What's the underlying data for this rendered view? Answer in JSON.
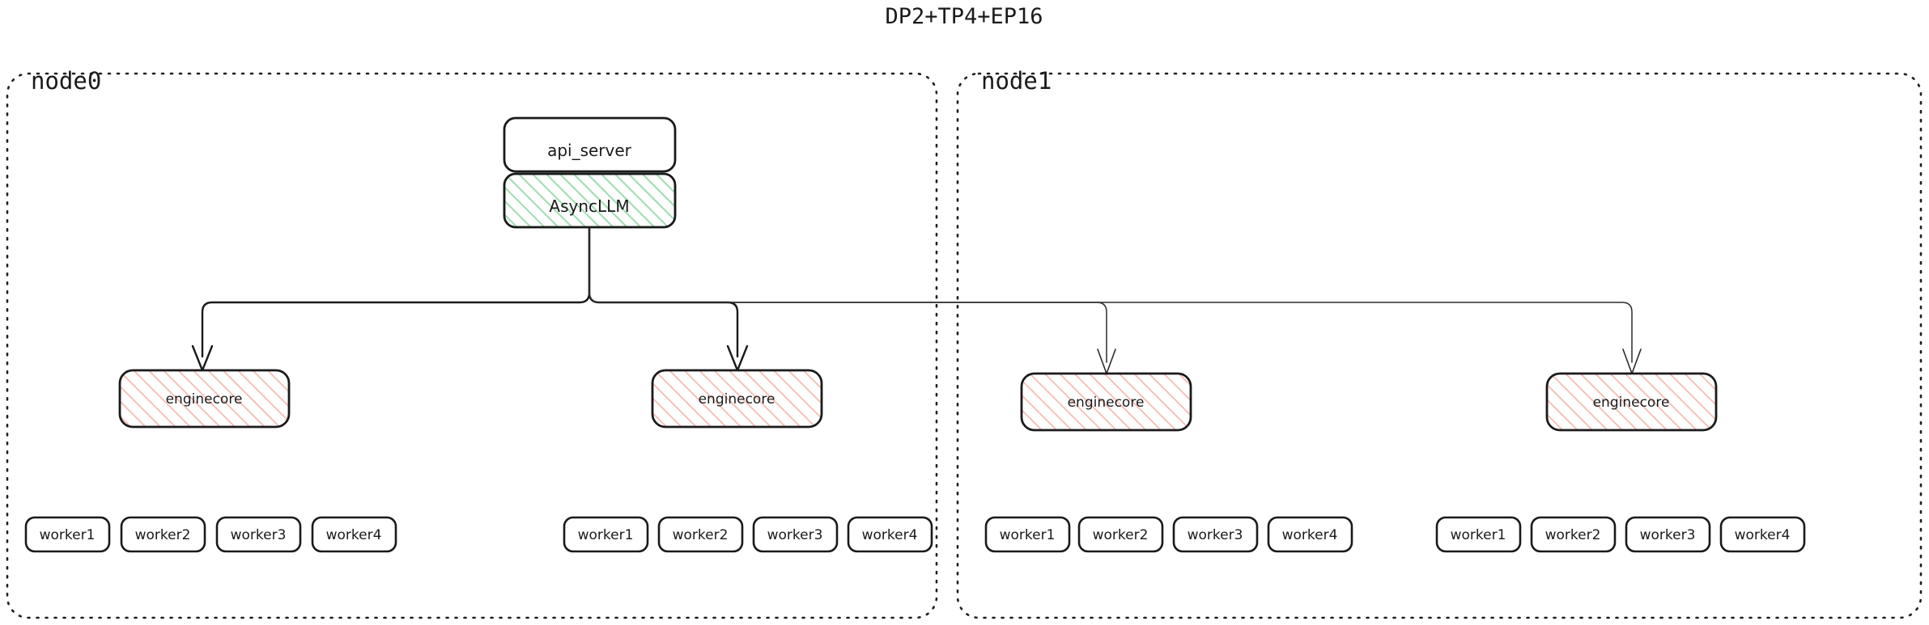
{
  "diagram": {
    "title": "DP2+TP4+EP16",
    "type": "architecture-tree",
    "colors": {
      "stroke": "#1a1a1a",
      "green_accent": "#36a854",
      "green_fill": "#eaf7ee",
      "pink_accent": "#f4a9a0",
      "pink_fill": "#fdf0ee",
      "background": "#ffffff"
    },
    "nodes": [
      {
        "id": "node0",
        "label": "node0",
        "services": [
          {
            "id": "api_server",
            "label": "api_server",
            "style": "plain"
          },
          {
            "id": "async_llm",
            "label": "AsyncLLM",
            "style": "green-hatched"
          }
        ],
        "enginecores": [
          {
            "id": "node0-enginecore-0",
            "label": "enginecore",
            "style": "pink-hatched",
            "workers": [
              {
                "id": "node0-ec0-worker1",
                "label": "worker1"
              },
              {
                "id": "node0-ec0-worker2",
                "label": "worker2"
              },
              {
                "id": "node0-ec0-worker3",
                "label": "worker3"
              },
              {
                "id": "node0-ec0-worker4",
                "label": "worker4"
              }
            ]
          },
          {
            "id": "node0-enginecore-1",
            "label": "enginecore",
            "style": "pink-hatched",
            "workers": [
              {
                "id": "node0-ec1-worker1",
                "label": "worker1"
              },
              {
                "id": "node0-ec1-worker2",
                "label": "worker2"
              },
              {
                "id": "node0-ec1-worker3",
                "label": "worker3"
              },
              {
                "id": "node0-ec1-worker4",
                "label": "worker4"
              }
            ]
          }
        ]
      },
      {
        "id": "node1",
        "label": "node1",
        "services": [],
        "enginecores": [
          {
            "id": "node1-enginecore-0",
            "label": "enginecore",
            "style": "pink-hatched",
            "workers": [
              {
                "id": "node1-ec0-worker1",
                "label": "worker1"
              },
              {
                "id": "node1-ec0-worker2",
                "label": "worker2"
              },
              {
                "id": "node1-ec0-worker3",
                "label": "worker3"
              },
              {
                "id": "node1-ec0-worker4",
                "label": "worker4"
              }
            ]
          },
          {
            "id": "node1-enginecore-1",
            "label": "enginecore",
            "style": "pink-hatched",
            "workers": [
              {
                "id": "node1-ec1-worker1",
                "label": "worker1"
              },
              {
                "id": "node1-ec1-worker2",
                "label": "worker2"
              },
              {
                "id": "node1-ec1-worker3",
                "label": "worker3"
              },
              {
                "id": "node1-ec1-worker4",
                "label": "worker4"
              }
            ]
          }
        ]
      }
    ],
    "edges": [
      {
        "from": "async_llm",
        "to": "node0-enginecore-0",
        "arrow": true
      },
      {
        "from": "async_llm",
        "to": "node0-enginecore-1",
        "arrow": true
      },
      {
        "from": "async_llm",
        "to": "node1-enginecore-0",
        "arrow": true
      },
      {
        "from": "async_llm",
        "to": "node1-enginecore-1",
        "arrow": true
      }
    ]
  }
}
